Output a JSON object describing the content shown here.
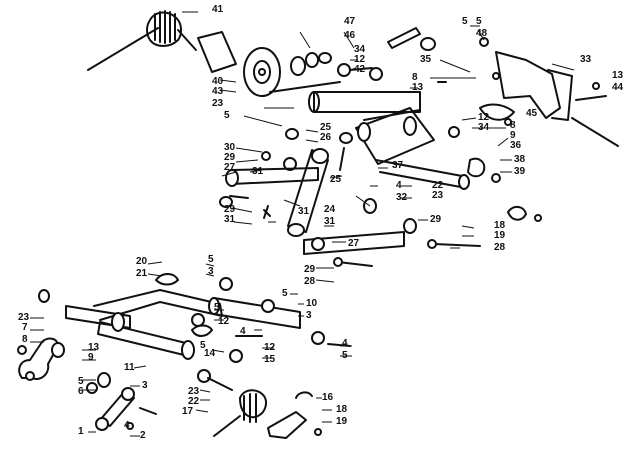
{
  "diagram": {
    "callouts_upper": [
      {
        "n": "41"
      },
      {
        "n": "5"
      },
      {
        "n": "47"
      },
      {
        "n": "46"
      },
      {
        "n": "34"
      },
      {
        "n": "12"
      },
      {
        "n": "42"
      },
      {
        "n": "5"
      },
      {
        "n": "48"
      },
      {
        "n": "35"
      },
      {
        "n": "33"
      },
      {
        "n": "8"
      },
      {
        "n": "13"
      },
      {
        "n": "13"
      },
      {
        "n": "44"
      },
      {
        "n": "40"
      },
      {
        "n": "43"
      },
      {
        "n": "23"
      },
      {
        "n": "5"
      },
      {
        "n": "25"
      },
      {
        "n": "26"
      },
      {
        "n": "12"
      },
      {
        "n": "34"
      },
      {
        "n": "45"
      },
      {
        "n": "8"
      },
      {
        "n": "9"
      },
      {
        "n": "36"
      },
      {
        "n": "30"
      },
      {
        "n": "29"
      },
      {
        "n": "27"
      },
      {
        "n": "31"
      },
      {
        "n": "37"
      },
      {
        "n": "38"
      },
      {
        "n": "39"
      },
      {
        "n": "25"
      },
      {
        "n": "4"
      },
      {
        "n": "22"
      },
      {
        "n": "23"
      },
      {
        "n": "32"
      },
      {
        "n": "29"
      },
      {
        "n": "31"
      },
      {
        "n": "24"
      },
      {
        "n": "31"
      },
      {
        "n": "31"
      },
      {
        "n": "29"
      },
      {
        "n": "18"
      },
      {
        "n": "19"
      },
      {
        "n": "28"
      },
      {
        "n": "27"
      },
      {
        "n": "29"
      },
      {
        "n": "28"
      }
    ],
    "callouts_lower": [
      {
        "n": "20"
      },
      {
        "n": "21"
      },
      {
        "n": "5"
      },
      {
        "n": "3"
      },
      {
        "n": "5"
      },
      {
        "n": "10"
      },
      {
        "n": "3"
      },
      {
        "n": "5"
      },
      {
        "n": "12"
      },
      {
        "n": "23"
      },
      {
        "n": "7"
      },
      {
        "n": "8"
      },
      {
        "n": "13"
      },
      {
        "n": "9"
      },
      {
        "n": "4"
      },
      {
        "n": "5"
      },
      {
        "n": "14"
      },
      {
        "n": "12"
      },
      {
        "n": "15"
      },
      {
        "n": "4"
      },
      {
        "n": "5"
      },
      {
        "n": "11"
      },
      {
        "n": "5"
      },
      {
        "n": "6"
      },
      {
        "n": "3"
      },
      {
        "n": "23"
      },
      {
        "n": "22"
      },
      {
        "n": "16"
      },
      {
        "n": "17"
      },
      {
        "n": "18"
      },
      {
        "n": "19"
      },
      {
        "n": "1"
      },
      {
        "n": "4"
      },
      {
        "n": "2"
      }
    ]
  }
}
